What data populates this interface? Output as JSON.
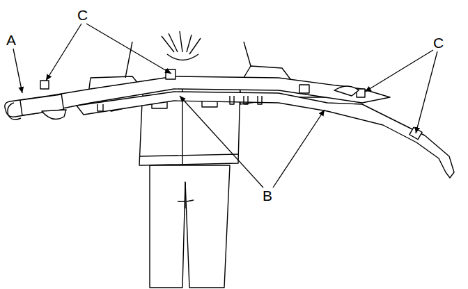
{
  "diagram": {
    "labels": [
      "A",
      "C",
      "C",
      "B"
    ]
  }
}
